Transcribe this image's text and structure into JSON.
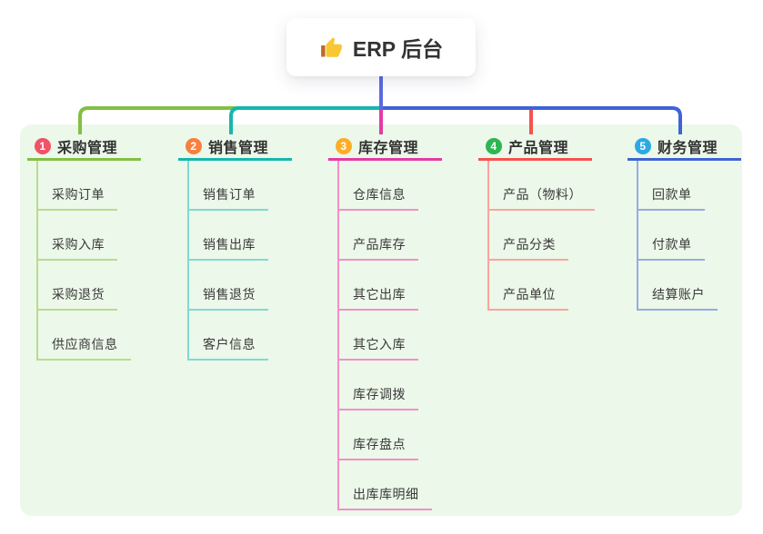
{
  "root": {
    "label": "ERP 后台",
    "icon": "thumbs-up"
  },
  "colors": {
    "page_background": "#ffffff",
    "panel_background": "#ecf8e9",
    "root_edge": "#5b6ae0",
    "text": "#333333"
  },
  "branches": [
    {
      "number": "1",
      "title": "采购管理",
      "badge_color": "#f25168",
      "line_color": "#82c043",
      "child_line_color": "#b8dc90",
      "children": [
        "采购订单",
        "采购入库",
        "采购退货",
        "供应商信息"
      ]
    },
    {
      "number": "2",
      "title": "销售管理",
      "badge_color": "#f8803f",
      "line_color": "#17b6ae",
      "child_line_color": "#81d9d2",
      "children": [
        "销售订单",
        "销售出库",
        "销售退货",
        "客户信息"
      ]
    },
    {
      "number": "3",
      "title": "库存管理",
      "badge_color": "#fcae29",
      "line_color": "#e43ba4",
      "child_line_color": "#f290c8",
      "children": [
        "仓库信息",
        "产品库存",
        "其它出库",
        "其它入库",
        "库存调拨",
        "库存盘点",
        "出库库明细"
      ]
    },
    {
      "number": "4",
      "title": "产品管理",
      "badge_color": "#2eb553",
      "line_color": "#f6524c",
      "child_line_color": "#fba49f",
      "children": [
        "产品（物料）",
        "产品分类",
        "产品单位"
      ]
    },
    {
      "number": "5",
      "title": "财务管理",
      "badge_color": "#2aa9e4",
      "line_color": "#3e64d5",
      "child_line_color": "#96abe2",
      "children": [
        "回款单",
        "付款单",
        "结算账户"
      ]
    }
  ]
}
